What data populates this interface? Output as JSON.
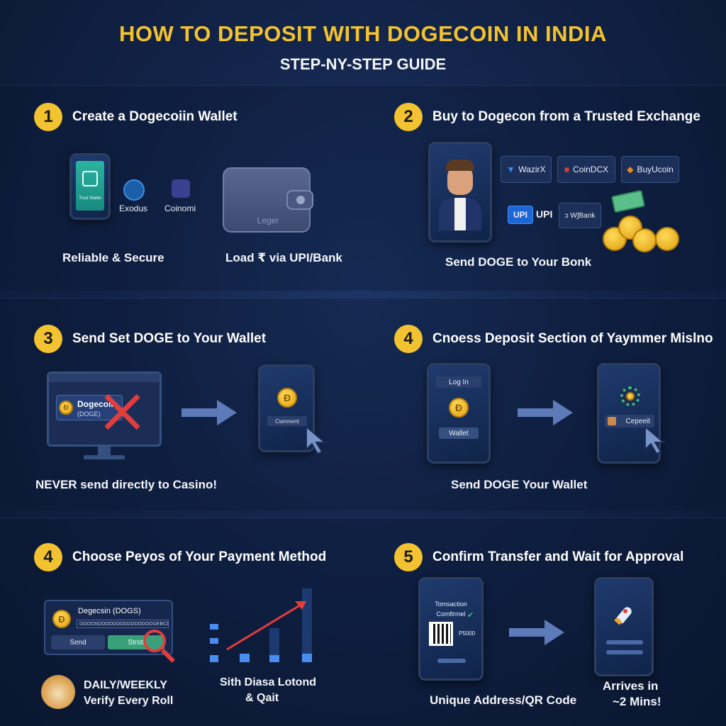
{
  "header": {
    "title": "HOW TO DEPOSIT WITH DOGECOIN IN INDIA",
    "subtitle": "STEP-NY-STEP GUIDE"
  },
  "steps": [
    {
      "number": "1",
      "title": "Create a Dogecoiin Wallet",
      "phone_label": "Trust Wallet",
      "wallets": [
        "Exodus",
        "Coinomi"
      ],
      "wallet_brand": "Leger",
      "captions": [
        "Reliable & Secure",
        "Load ₹ via UPI/Bank"
      ]
    },
    {
      "number": "2",
      "title": "Buy to Dogecon from a Trusted Exchange",
      "exchanges": [
        "WazirX",
        "CoinDCX",
        "BuyUcoin"
      ],
      "payments": [
        "UPI",
        "UPI",
        "ↄ W∫Bank"
      ],
      "caption": "Send DOGE to Your Bonk"
    },
    {
      "number": "3",
      "title": "Send Set DOGE to Your Wallet",
      "monitor_coin": "Dogecoin",
      "monitor_ticker": "(DOGE)",
      "phone_field": "Cwnment",
      "caption": "NEVER send directly to Casino!"
    },
    {
      "number": "4",
      "title": "Cnoess Deposit Section of Yaymmer Mislno",
      "login_label": "Log In",
      "wallet_label": "Wallet",
      "deposit_label": "Cepeeit",
      "caption": "Send DOGE Your Wallet"
    },
    {
      "number": "4",
      "title": "Choose Peyos of Your Payment Method",
      "card_title": "Degecsin (DOGS)",
      "card_address": "DOOOSDOODDDDDDDDDDOOGEBCDEFB",
      "send_label": "Send",
      "start_label": "Strstt",
      "captions": [
        "DAILY/WEEKLY",
        "Verify Every Roll"
      ],
      "chart_caption_1": "Sith Diasa Lotond",
      "chart_caption_2": "& Qait"
    },
    {
      "number": "5",
      "title": "Confirm Transfer and Wait for Approval",
      "tx_label_1": "Tomsaction",
      "tx_label_2": "Comfirmel",
      "tx_amount": "P5000",
      "captions": [
        "Unique Address/QR Code",
        "Arrives in",
        "~2 Mins!"
      ]
    }
  ],
  "colors": {
    "accent": "#f2c230",
    "background": "#13244a",
    "arrow": "#5d7bb8",
    "danger": "#e23d3d"
  }
}
